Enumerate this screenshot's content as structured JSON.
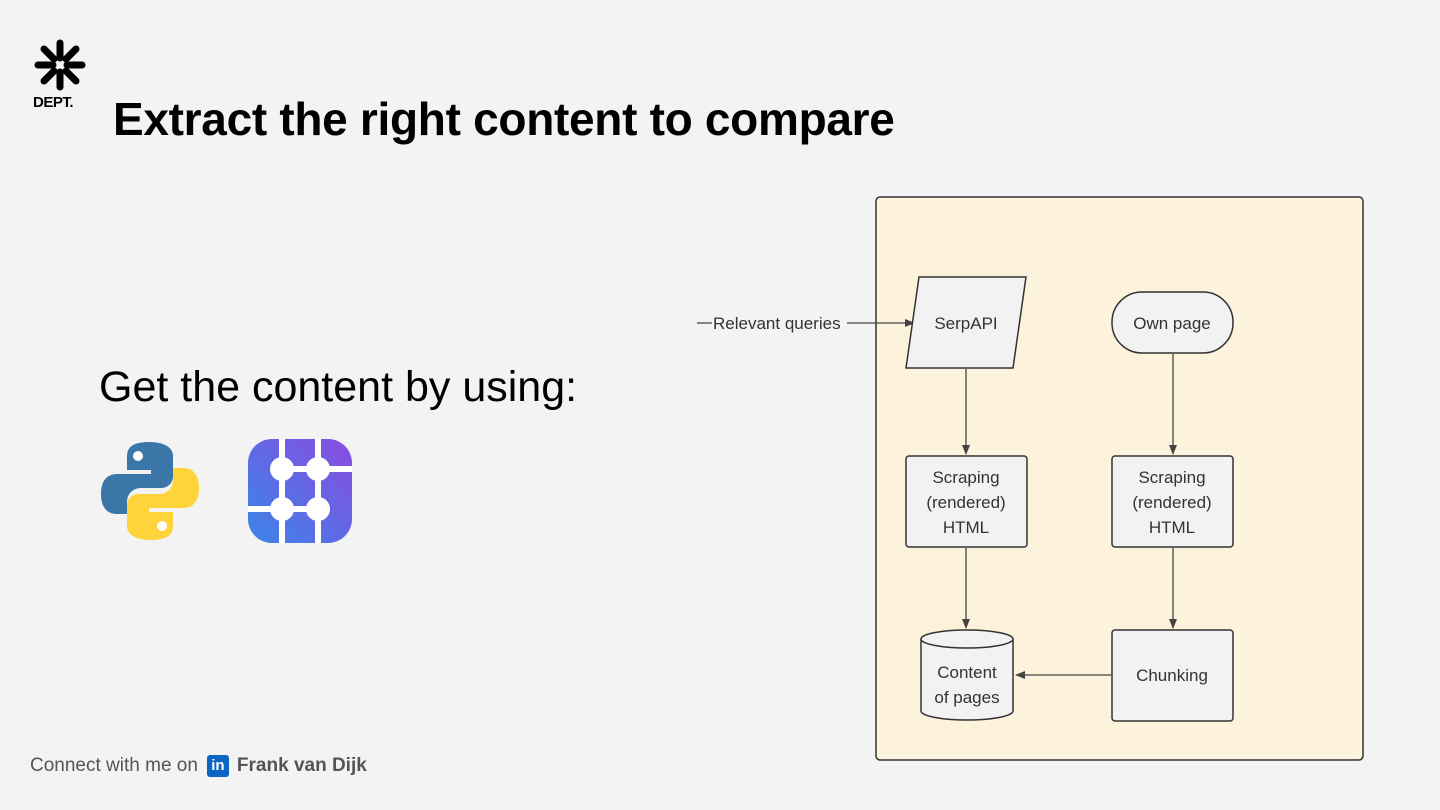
{
  "header": {
    "logo_text": "DEPT.",
    "title": "Extract the right content to compare"
  },
  "main": {
    "subtitle": "Get the content by using:",
    "tools": [
      {
        "icon": "python-icon"
      },
      {
        "icon": "scraping-tool-icon"
      }
    ]
  },
  "footer": {
    "connect_text": "Connect with me on",
    "linkedin_icon": "linkedin-icon",
    "name": "Frank van Dijk"
  },
  "diagram": {
    "background_color": "#fdf3dc",
    "input_label": "Relevant queries",
    "nodes": {
      "serpapi": {
        "lines": [
          "SerpAPI"
        ]
      },
      "own_page": {
        "lines": [
          "Own page"
        ]
      },
      "scraping_left": {
        "lines": [
          "Scraping",
          "(rendered)",
          "HTML"
        ]
      },
      "scraping_right": {
        "lines": [
          "Scraping",
          "(rendered)",
          "HTML"
        ]
      },
      "content": {
        "lines": [
          "Content",
          "of pages"
        ]
      },
      "chunking": {
        "lines": [
          "Chunking"
        ]
      }
    }
  },
  "colors": {
    "background": "#f3f3f3",
    "linkedin": "#0a66c2",
    "python_blue": "#3b76a8",
    "python_yellow": "#ffd43b",
    "tool_gradient_start": "#3a86e8",
    "tool_gradient_end": "#8a4be0"
  }
}
